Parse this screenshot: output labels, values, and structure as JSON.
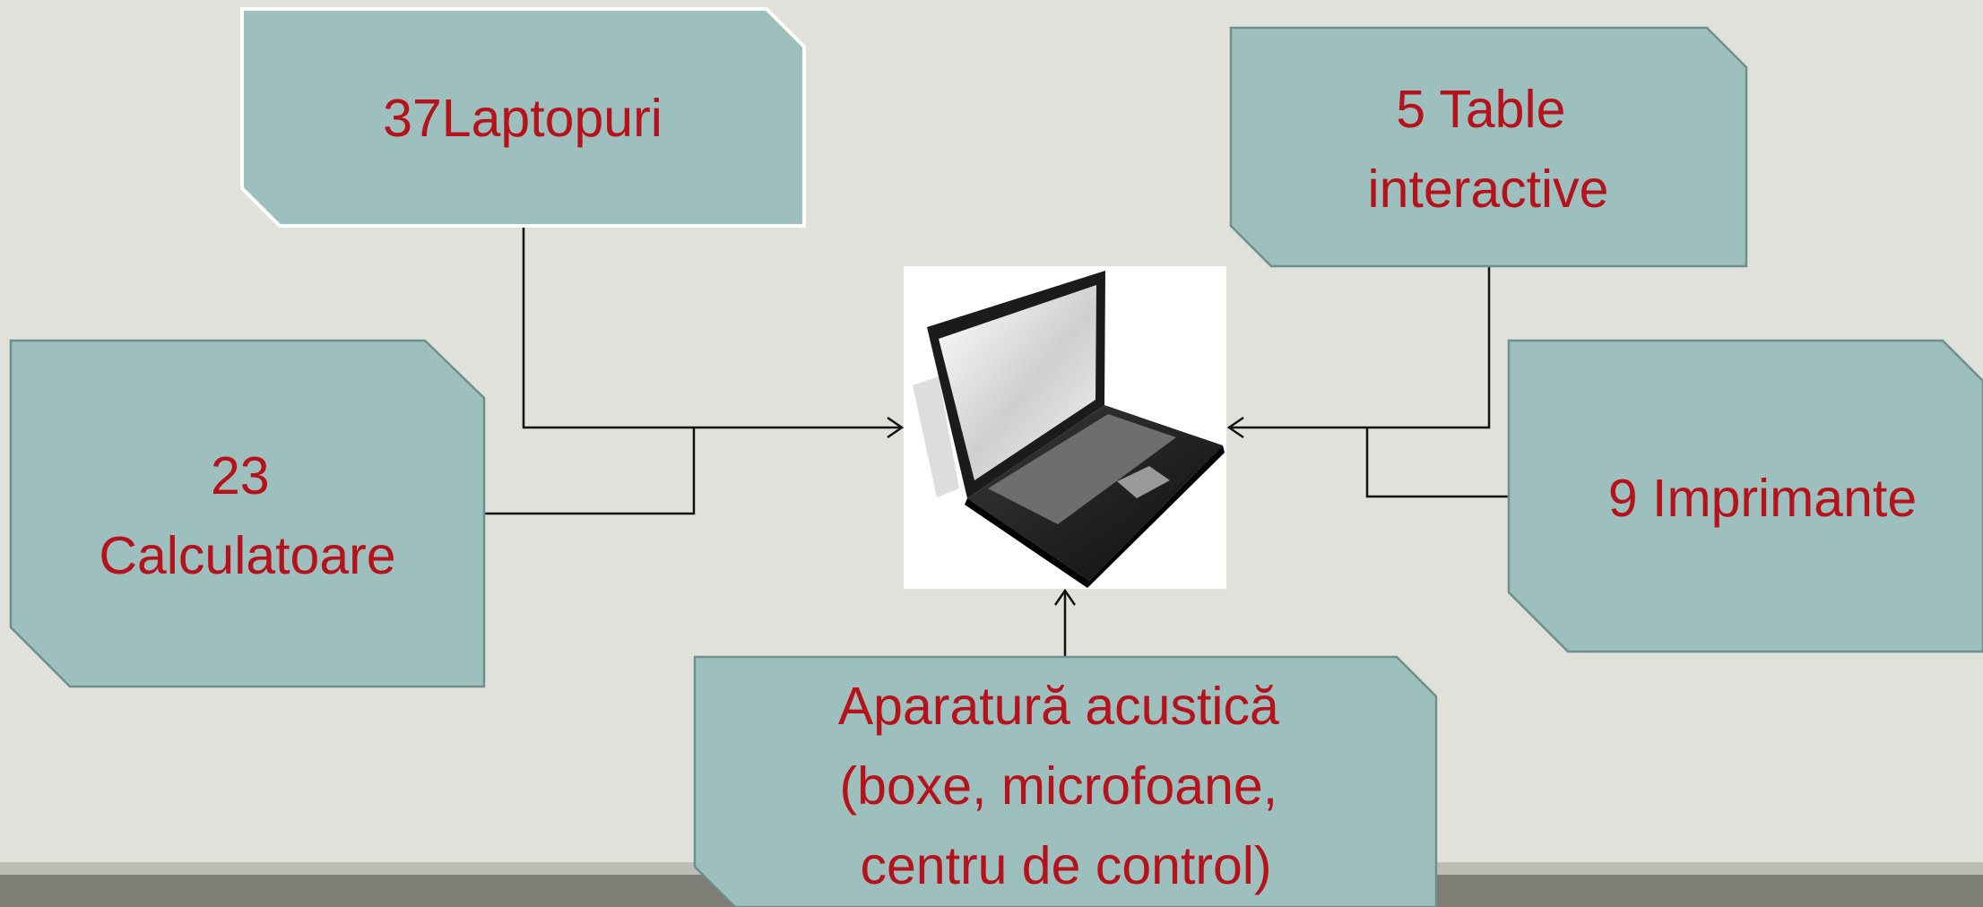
{
  "colors": {
    "background": "#e1e1dc",
    "box_fill": "#9dbfbe",
    "box_stroke": "#6f8f8d",
    "text": "#b5121b",
    "connector": "#111111"
  },
  "center_image": {
    "icon": "laptop-icon"
  },
  "boxes": {
    "laptops": {
      "lines": [
        "37Laptopuri"
      ]
    },
    "interactive_boards": {
      "lines": [
        "5 Table",
        "interactive"
      ]
    },
    "computers": {
      "lines": [
        "23",
        "Calculatoare"
      ]
    },
    "printers": {
      "lines": [
        "9 Imprimante"
      ]
    },
    "audio": {
      "lines": [
        "Aparatură acustică",
        "(boxe, microfoane,",
        "centru de control)"
      ]
    }
  }
}
